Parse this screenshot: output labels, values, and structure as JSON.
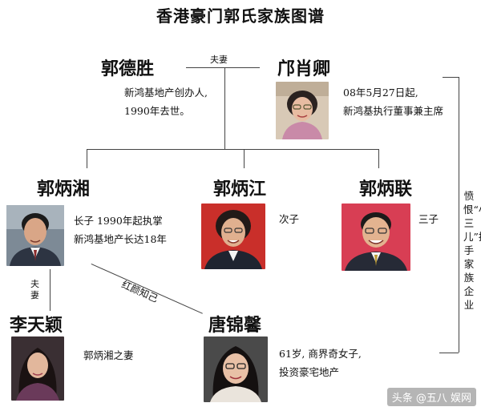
{
  "title": "香港豪门郭氏家族图谱",
  "people": {
    "kwok_tak_seng": {
      "name": "郭德胜",
      "desc_lines": [
        "新鸿基地产创办人,",
        "1990年去世。"
      ]
    },
    "kwong_siu_hing": {
      "name": "邝肖卿",
      "desc_lines": [
        "08年5月27日起,",
        "新鸿基执行董事兼主席"
      ]
    },
    "walter": {
      "name": "郭炳湘",
      "desc_lines": [
        "长子 1990年起执掌",
        "新鸿基地产长达18年"
      ]
    },
    "thomas": {
      "name": "郭炳江",
      "desc_lines": [
        "次子"
      ]
    },
    "raymond": {
      "name": "郭炳联",
      "desc_lines": [
        "三子"
      ]
    },
    "lee_tin_wing": {
      "name": "李天颖",
      "desc_lines": [
        "郭炳湘之妻"
      ]
    },
    "tong_kam_hing": {
      "name": "唐锦馨",
      "desc_lines": [
        "61岁, 商界奇女子,",
        "投资豪宅地产"
      ]
    }
  },
  "relations": {
    "spouse_top": "夫妻",
    "spouse_left": "夫妻",
    "confidante": "红颜知己",
    "side_note": "愤恨“小三儿”插手家族企业"
  },
  "watermark": "头条 @五八 娱网"
}
